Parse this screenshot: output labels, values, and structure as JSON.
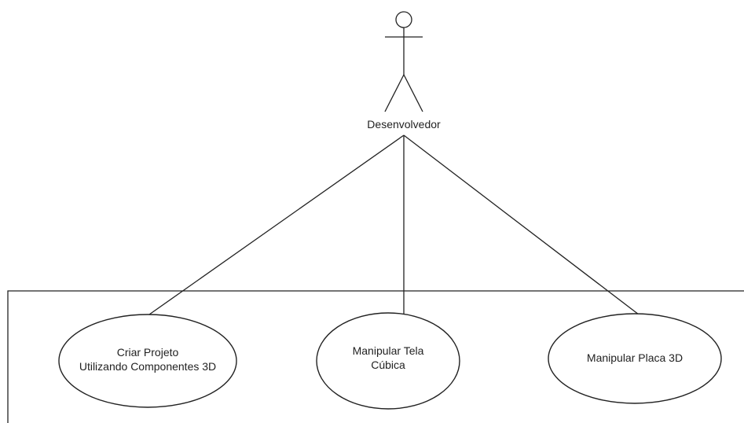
{
  "actor": {
    "name": "Desenvolvedor"
  },
  "use_cases": [
    {
      "id": "uc1",
      "lines": [
        "Criar Projeto",
        "Utilizando Componentes 3D"
      ]
    },
    {
      "id": "uc2",
      "lines": [
        "Manipular Tela",
        "Cúbica"
      ]
    },
    {
      "id": "uc3",
      "lines": [
        "Manipular Placa 3D"
      ]
    }
  ]
}
